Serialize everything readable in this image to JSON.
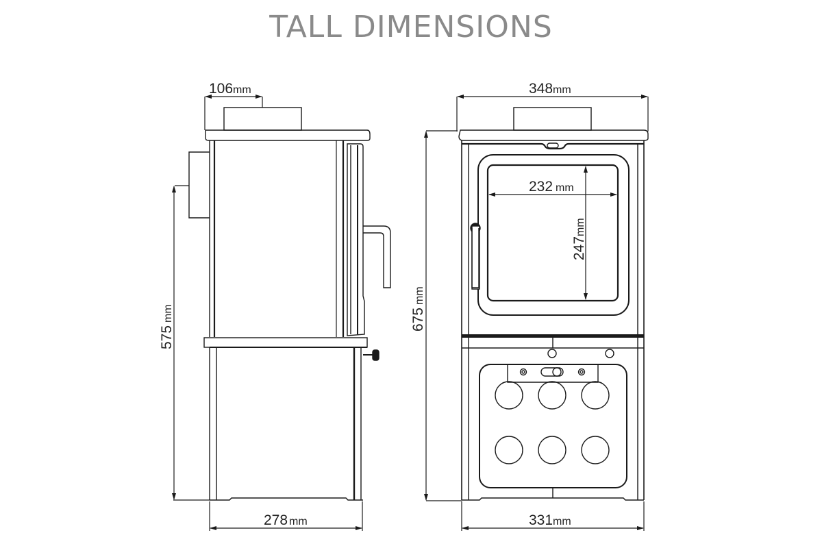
{
  "title": "TALL DIMENSIONS",
  "side_view": {
    "flue_offset": {
      "value": "106",
      "unit": "mm"
    },
    "height_to_flue": {
      "value": "575",
      "unit": "mm"
    },
    "depth": {
      "value": "278",
      "unit": "mm"
    }
  },
  "front_view": {
    "top_width": {
      "value": "348",
      "unit": "mm"
    },
    "total_height": {
      "value": "675",
      "unit": "mm"
    },
    "glass_width": {
      "value": "232",
      "unit": "mm"
    },
    "glass_height": {
      "value": "247",
      "unit": "mm"
    },
    "base_width": {
      "value": "331",
      "unit": "mm"
    }
  },
  "colors": {
    "title": "#8a8a8a",
    "line": "#1a1a1a",
    "background": "#ffffff"
  }
}
